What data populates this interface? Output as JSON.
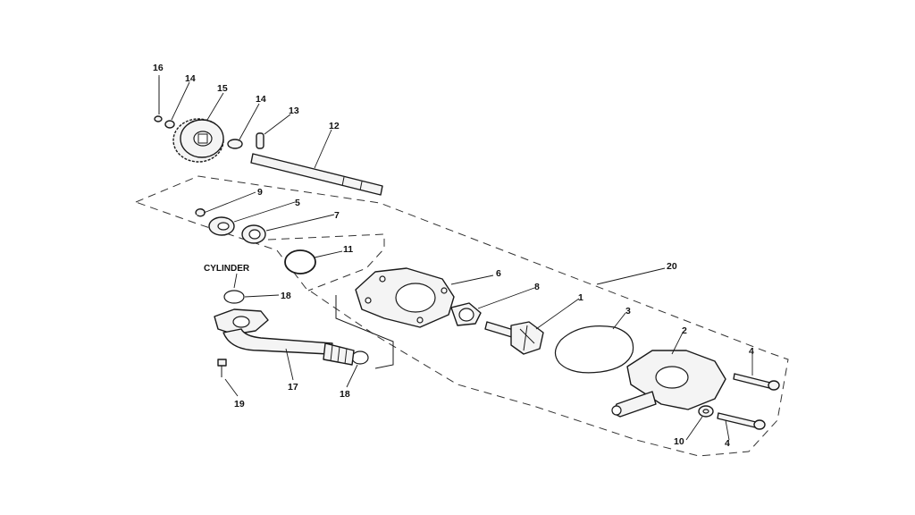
{
  "diagram": {
    "labels": {
      "cylinder": "CYLINDER"
    },
    "callouts": {
      "c16": "16",
      "c14a": "14",
      "c15": "15",
      "c14b": "14",
      "c13": "13",
      "c12": "12",
      "c9": "9",
      "c5": "5",
      "c7": "7",
      "c11": "11",
      "c6": "6",
      "c8": "8",
      "c20": "20",
      "c1": "1",
      "c3": "3",
      "c2": "2",
      "c4a": "4",
      "c4b": "4",
      "c10": "10",
      "c18a": "18",
      "c18b": "18",
      "c17": "17",
      "c19": "19"
    }
  }
}
